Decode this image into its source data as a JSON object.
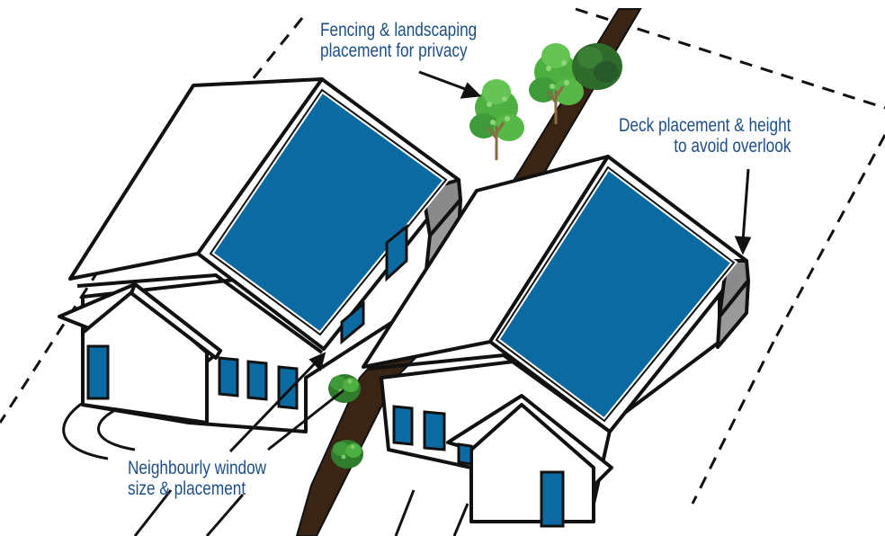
{
  "callouts": {
    "fencing": {
      "line1": "Fencing & landscaping",
      "line2": "placement for privacy"
    },
    "deck": {
      "line1": "Deck placement & height",
      "line2": "to avoid overlook"
    },
    "window": {
      "line1": "Neighbourly window",
      "line2": "size & placement"
    }
  },
  "colors": {
    "label_text": "#1d4f86",
    "solar_panel": "#0b6aa2",
    "outline": "#111111",
    "fence_strip": "#3a2414",
    "deck": "#8a8a8a",
    "tree_green": "#3f9a3a",
    "tree_trunk": "#8a6b44",
    "wall": "#ffffff"
  },
  "icons": [
    "house-icon",
    "solar-panel-icon",
    "tree-icon",
    "bush-icon",
    "arrow-icon",
    "deck-icon",
    "window-icon",
    "door-icon"
  ]
}
